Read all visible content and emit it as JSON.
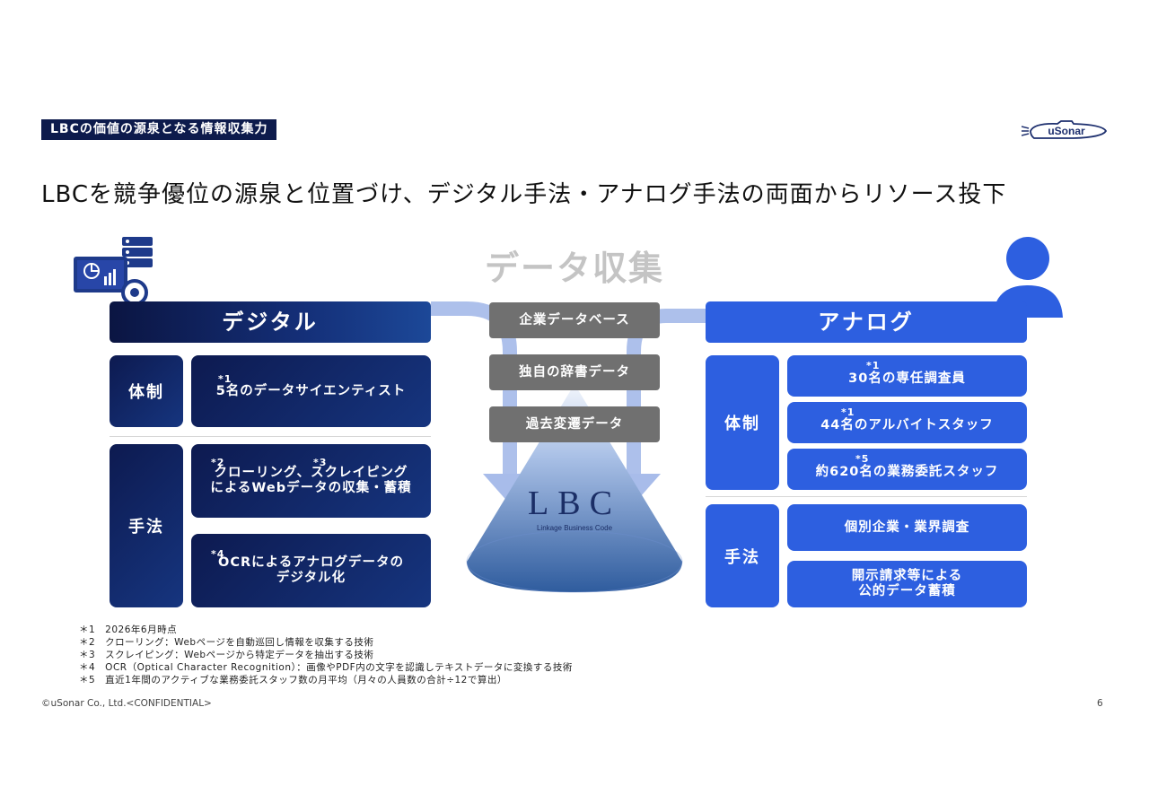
{
  "header": {
    "tag": "LBCの価値の源泉となる情報収集力",
    "logo_text": "uSonar",
    "headline": "LBCを競争優位の源泉と位置づけ、デジタル手法・アナログ手法の両面からリソース投下"
  },
  "center": {
    "title": "データ収集",
    "sources": [
      "企業データベース",
      "独自の辞書データ",
      "過去変遷データ"
    ],
    "lbc_logo": "LBC",
    "lbc_sub": "Linkage Business Code"
  },
  "digital": {
    "header": "デジタル",
    "structure_label": "体制",
    "structure_items": [
      {
        "mark": "*1",
        "lines": [
          "5名のデータサイエンティスト"
        ]
      }
    ],
    "method_label": "手法",
    "method_items": [
      {
        "marks": [
          "*2",
          "*3"
        ],
        "lines": [
          "クローリング、スクレイピング",
          "によるWebデータの収集・蓄積"
        ]
      },
      {
        "mark": "*4",
        "lines": [
          "OCRによるアナログデータの",
          "デジタル化"
        ]
      }
    ]
  },
  "analog": {
    "header": "アナログ",
    "structure_label": "体制",
    "structure_items": [
      {
        "mark": "*1",
        "lines": [
          "30名の専任調査員"
        ]
      },
      {
        "mark": "*1",
        "lines": [
          "44名のアルバイトスタッフ"
        ]
      },
      {
        "mark": "*5",
        "lines": [
          "約620名の業務委託スタッフ"
        ]
      }
    ],
    "method_label": "手法",
    "method_items": [
      {
        "lines": [
          "個別企業・業界調査"
        ]
      },
      {
        "lines": [
          "開示請求等による",
          "公的データ蓄積"
        ]
      }
    ]
  },
  "footnotes": [
    "＊1　2026年6月時点",
    "＊2　クローリング：Webページを自動巡回し情報を収集する技術",
    "＊3　スクレイピング：Webページから特定データを抽出する技術",
    "＊4　OCR（Optical Character Recognition）：画像やPDF内の文字を認識しテキストデータに変換する技術",
    "＊5　直近1年間のアクティブな業務委託スタッフ数の月平均（月々の人員数の合計÷12で算出）"
  ],
  "footer": {
    "copyright": "©uSonar Co., Ltd.<CONFIDENTIAL>",
    "page_number": "6"
  },
  "colors": {
    "navy": "#0d1b4c",
    "analog_blue": "#2d5fe0",
    "source_grey": "#707070",
    "arrow_blue": "#8fa9ee",
    "title_grey": "#c4c4c4"
  },
  "icons": {
    "digital": "monitor-gear-icon",
    "analog": "person-icon"
  }
}
